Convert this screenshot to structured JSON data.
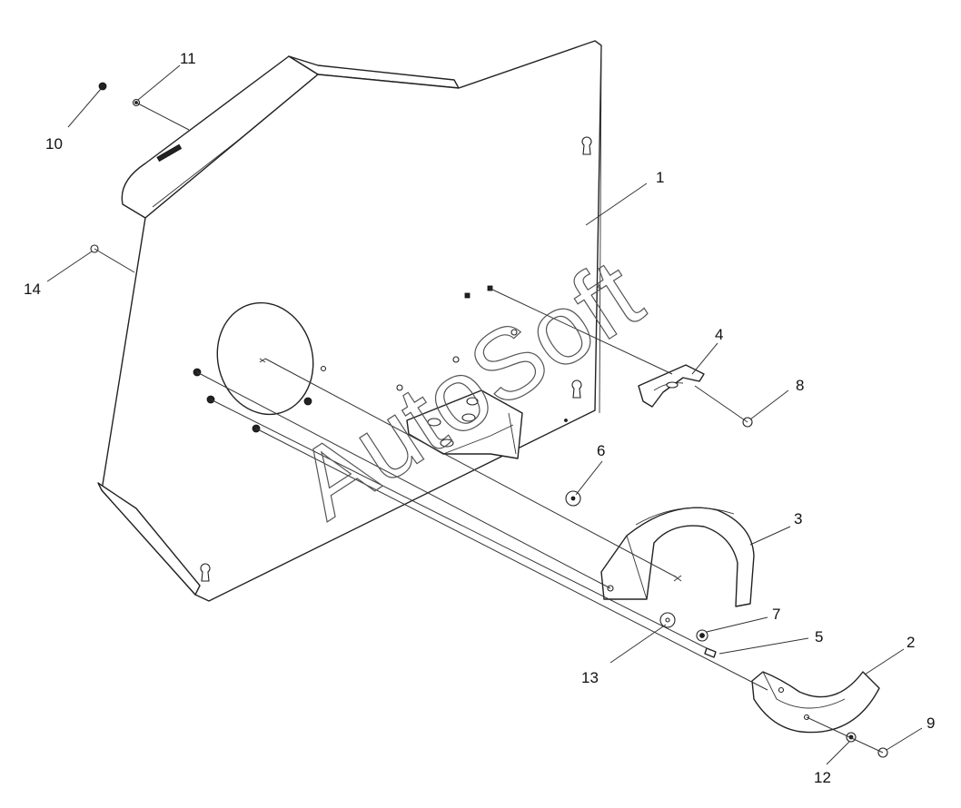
{
  "callouts": {
    "c1": "1",
    "c2": "2",
    "c3": "3",
    "c4": "4",
    "c5": "5",
    "c6": "6",
    "c7": "7",
    "c8": "8",
    "c9": "9",
    "c10": "10",
    "c11": "11",
    "c12": "12",
    "c13": "13",
    "c14": "14"
  },
  "watermark": "AutoSoft"
}
